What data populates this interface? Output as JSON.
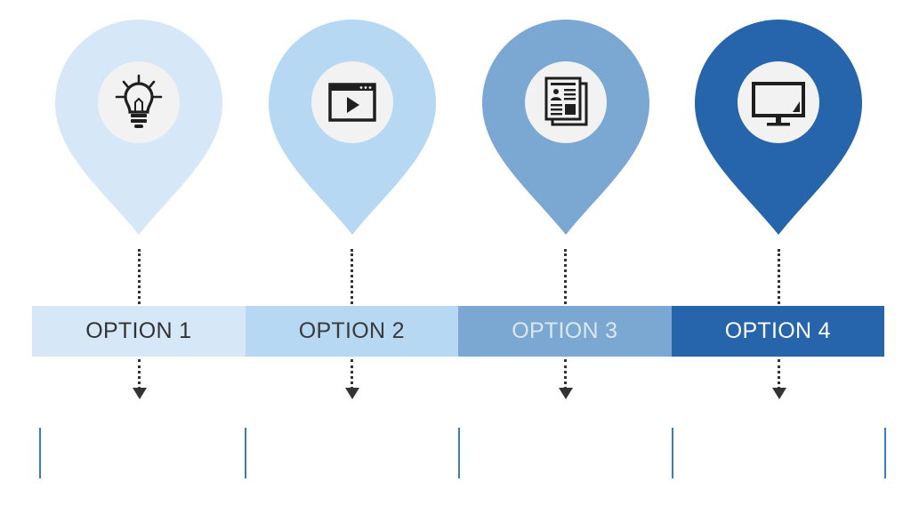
{
  "options": [
    {
      "label": "OPTION 1",
      "icon": "lightbulb-icon",
      "color": "#d6e7f7",
      "text_color": "#333333"
    },
    {
      "label": "OPTION 2",
      "icon": "video-player-icon",
      "color": "#b6d8f2",
      "text_color": "#3a3a3a"
    },
    {
      "label": "OPTION 3",
      "icon": "newspaper-icon",
      "color": "#7ba7d3",
      "text_color": "#dde7f1"
    },
    {
      "label": "OPTION 4",
      "icon": "monitor-icon",
      "color": "#2664ab",
      "text_color": "#ffffff"
    }
  ],
  "colors": {
    "icon_circle": "#f2f2f2",
    "icon_glyph": "#1f1f1f",
    "connector": "#333333",
    "divider": "#3a7cc2"
  }
}
